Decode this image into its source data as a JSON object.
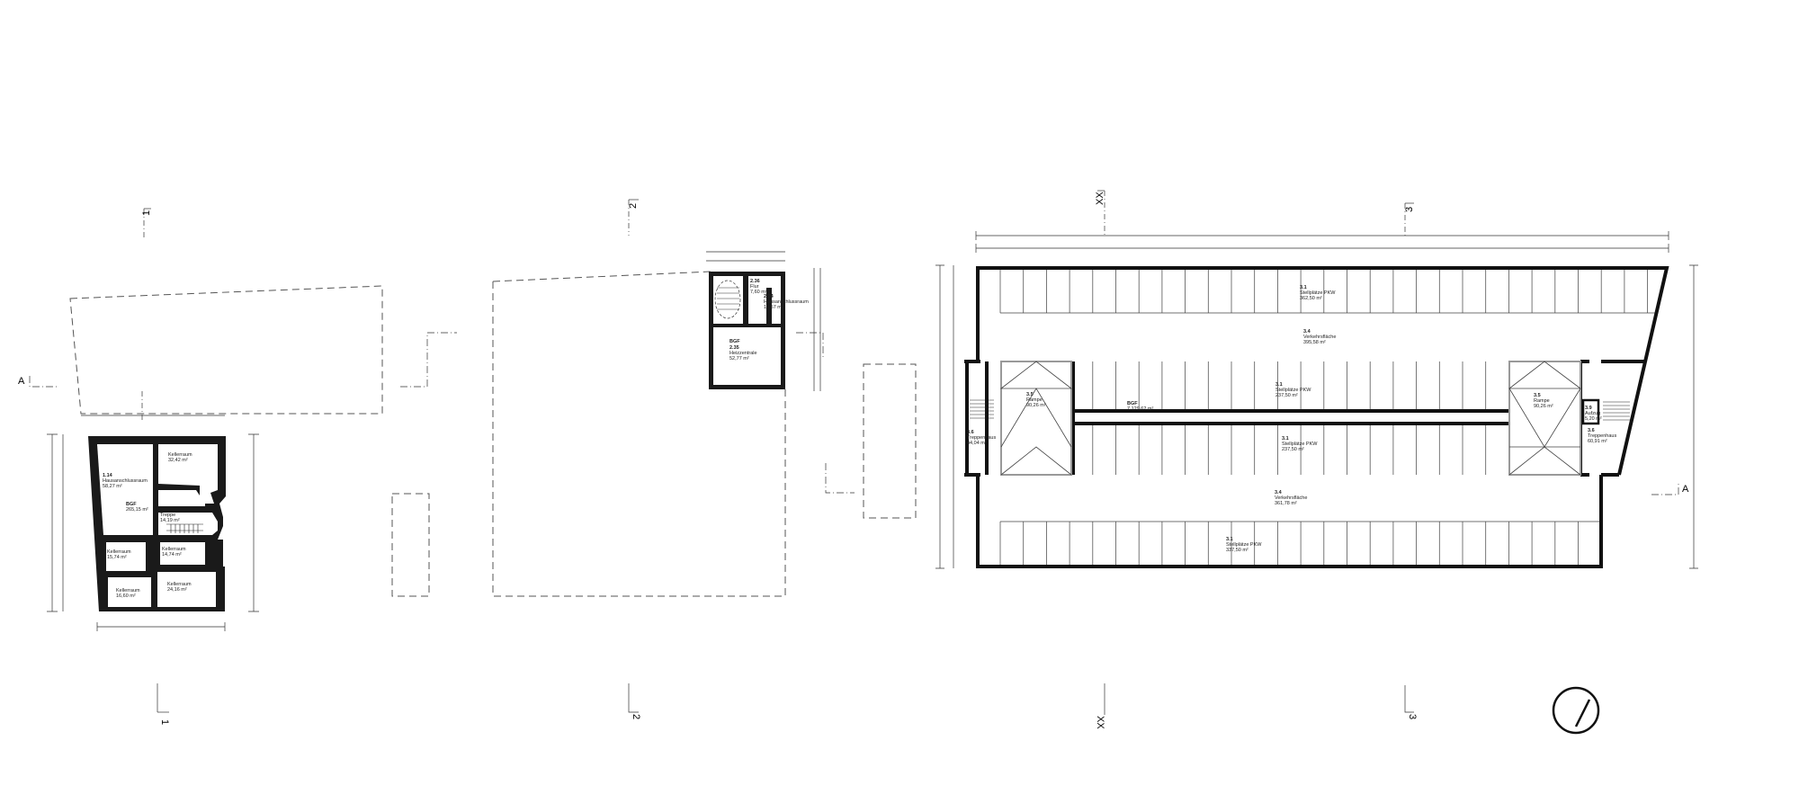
{
  "axes": {
    "s1": "1",
    "s2": "2",
    "sxx": "XX",
    "s3": "3",
    "a": "A"
  },
  "left_building": {
    "rooms": [
      {
        "num": "1.14",
        "name": "Hausanschlussraum",
        "area": "58,27 m²"
      },
      {
        "num": "",
        "name": "Kellerraum",
        "area": "32,42 m²"
      },
      {
        "num": "BGF",
        "name": "",
        "area": "265,15 m²"
      },
      {
        "num": "",
        "name": "Treppe",
        "area": "14,19 m²"
      },
      {
        "num": "",
        "name": "Kellerraum",
        "area": "15,74 m²"
      },
      {
        "num": "",
        "name": "Kellerraum",
        "area": "14,74 m²"
      },
      {
        "num": "",
        "name": "Kellerraum",
        "area": "16,60 m²"
      },
      {
        "num": "",
        "name": "Kellerraum",
        "area": "24,16 m²"
      }
    ]
  },
  "middle_building": {
    "rooms": [
      {
        "num": "2.36",
        "name": "Flur",
        "area": "7,60 m²"
      },
      {
        "num": "2.34",
        "name": "Hausanschlussraum",
        "area": "10,57 m²"
      },
      {
        "num": "BGF",
        "name": "",
        "area": ""
      },
      {
        "num": "2.35",
        "name": "Heizzentrale",
        "area": "52,77 m²"
      }
    ]
  },
  "garage": {
    "rooms": [
      {
        "num": "3.1",
        "name": "Stellplätze PKW",
        "area": "362,50 m²"
      },
      {
        "num": "3.4",
        "name": "Verkehrsfläche",
        "area": "395,58 m²"
      },
      {
        "num": "3.1",
        "name": "Stellplätze PKW",
        "area": "237,50 m²"
      },
      {
        "num": "BGF",
        "name": "",
        "area": "7.129,62 m²"
      },
      {
        "num": "3.1",
        "name": "Stellplätze PKW",
        "area": "237,50 m²"
      },
      {
        "num": "3.4",
        "name": "Verkehrsfläche",
        "area": "361,78 m²"
      },
      {
        "num": "3.1",
        "name": "Stellplätze PKW",
        "area": "337,50 m²"
      },
      {
        "num": "3.6",
        "name": "Treppenhaus",
        "area": "44,04 m²"
      },
      {
        "num": "3.5",
        "name": "Rampe",
        "area": "90,26 m²"
      },
      {
        "num": "3.5",
        "name": "Rampe",
        "area": "90,26 m²"
      },
      {
        "num": "3.9",
        "name": "Aufzug",
        "area": "5,20 m²"
      },
      {
        "num": "3.6",
        "name": "Treppenhaus",
        "area": "60,91 m²"
      }
    ]
  }
}
